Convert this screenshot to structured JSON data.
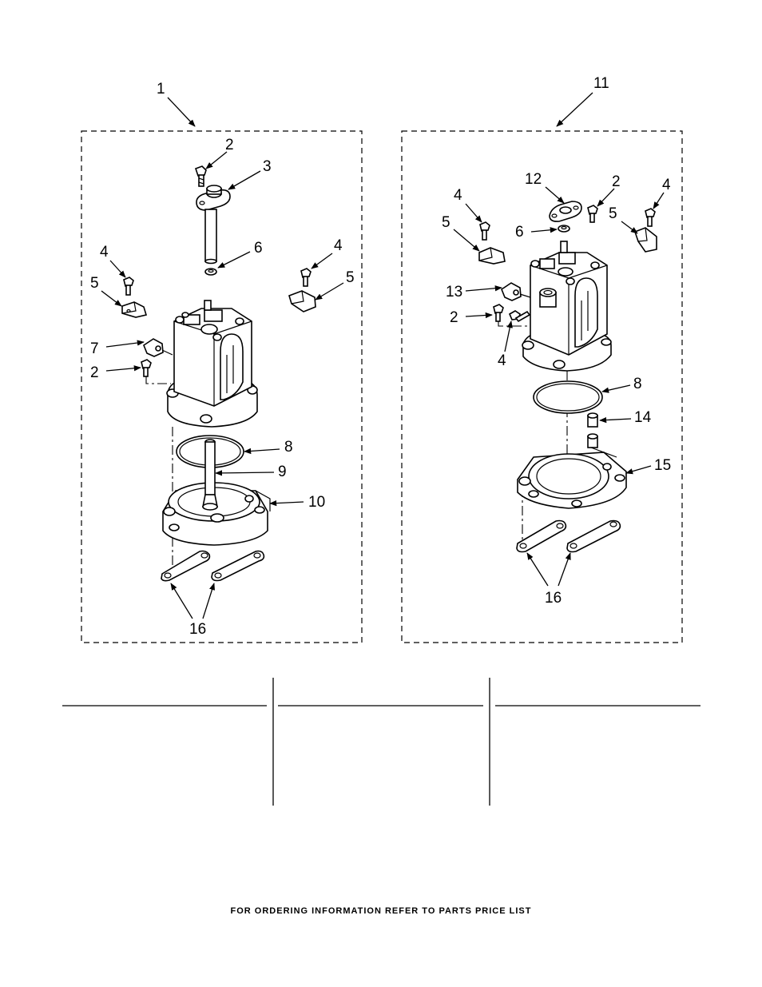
{
  "callouts": {
    "left": {
      "assembly": "1",
      "screw_top": "2",
      "plate": "3",
      "clip_screw_left": "4",
      "clip_left": "5",
      "washer": "6",
      "clip_screw_right": "4",
      "clip_right": "5",
      "sensor": "7",
      "screw_side": "2",
      "gasket": "8",
      "tube": "9",
      "base": "10",
      "seals": "16"
    },
    "right": {
      "assembly": "11",
      "plate": "12",
      "screw_top": "2",
      "clip_screw_right": "4",
      "clip_right": "5",
      "clip_screw_left": "4",
      "clip_left": "5",
      "washer": "6",
      "sensor": "13",
      "screw_side": "2",
      "screw_lower": "4",
      "gasket": "8",
      "valve": "14",
      "base": "15",
      "seals": "16"
    }
  },
  "footer_text": "FOR ORDERING INFORMATION REFER TO PARTS PRICE LIST"
}
